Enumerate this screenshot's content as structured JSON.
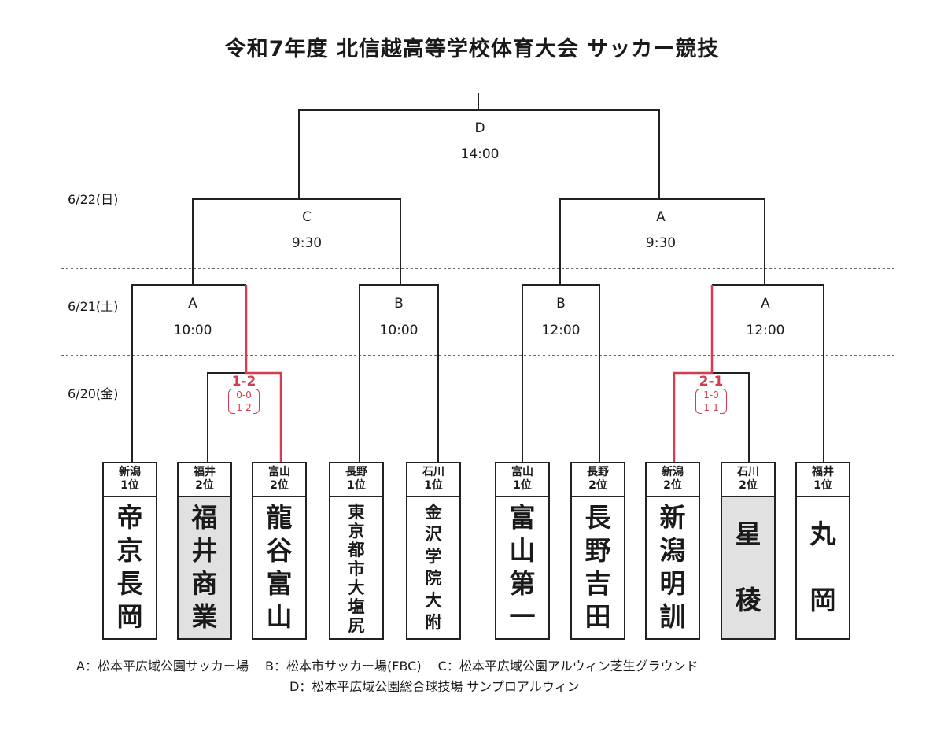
{
  "title": "令和7年度 北信越高等学校体育大会 サッカー競技",
  "accent_color": "#d63c4e",
  "days": {
    "d1": "6/22(日)",
    "d2": "6/21(土)",
    "d3": "6/20(金)"
  },
  "matches": {
    "final": {
      "code": "D",
      "time": "14:00"
    },
    "semi_left": {
      "code": "C",
      "time": "9:30"
    },
    "semi_right": {
      "code": "A",
      "time": "9:30"
    },
    "qf1": {
      "code": "A",
      "time": "10:00"
    },
    "qf2": {
      "code": "B",
      "time": "10:00"
    },
    "qf3": {
      "code": "B",
      "time": "12:00"
    },
    "qf4": {
      "code": "A",
      "time": "12:00"
    }
  },
  "scores": {
    "left": {
      "main": "1-2",
      "h1": "0-0",
      "h2": "1-2"
    },
    "right": {
      "main": "2-1",
      "h1": "1-0",
      "h2": "1-1"
    }
  },
  "teams": [
    {
      "seed1": "新潟",
      "seed2": "1位",
      "name": [
        "帝",
        "京",
        "長",
        "岡"
      ]
    },
    {
      "seed1": "福井",
      "seed2": "2位",
      "name": [
        "福",
        "井",
        "商",
        "業"
      ]
    },
    {
      "seed1": "富山",
      "seed2": "2位",
      "name": [
        "龍",
        "谷",
        "富",
        "山"
      ]
    },
    {
      "seed1": "長野",
      "seed2": "1位",
      "name": [
        "東",
        "京",
        "都",
        "市",
        "大",
        "塩",
        "尻"
      ]
    },
    {
      "seed1": "石川",
      "seed2": "1位",
      "name": [
        "金",
        "沢",
        "学",
        "院",
        "大",
        "附"
      ]
    },
    {
      "seed1": "富山",
      "seed2": "1位",
      "name": [
        "富",
        "山",
        "第",
        "一"
      ]
    },
    {
      "seed1": "長野",
      "seed2": "2位",
      "name": [
        "長",
        "野",
        "吉",
        "田"
      ]
    },
    {
      "seed1": "新潟",
      "seed2": "2位",
      "name": [
        "新",
        "潟",
        "明",
        "訓"
      ]
    },
    {
      "seed1": "石川",
      "seed2": "2位",
      "name": [
        "星",
        "稜"
      ]
    },
    {
      "seed1": "福井",
      "seed2": "1位",
      "name": [
        "丸",
        "岡"
      ]
    }
  ],
  "legend": {
    "line1": "A：松本平広域公園サッカー場　 B：松本市サッカー場(FBC)　 C：松本平広域公園アルウィン芝生グラウンド",
    "line2": "D：松本平広域公園総合球技場 サンプロアルウィン"
  }
}
